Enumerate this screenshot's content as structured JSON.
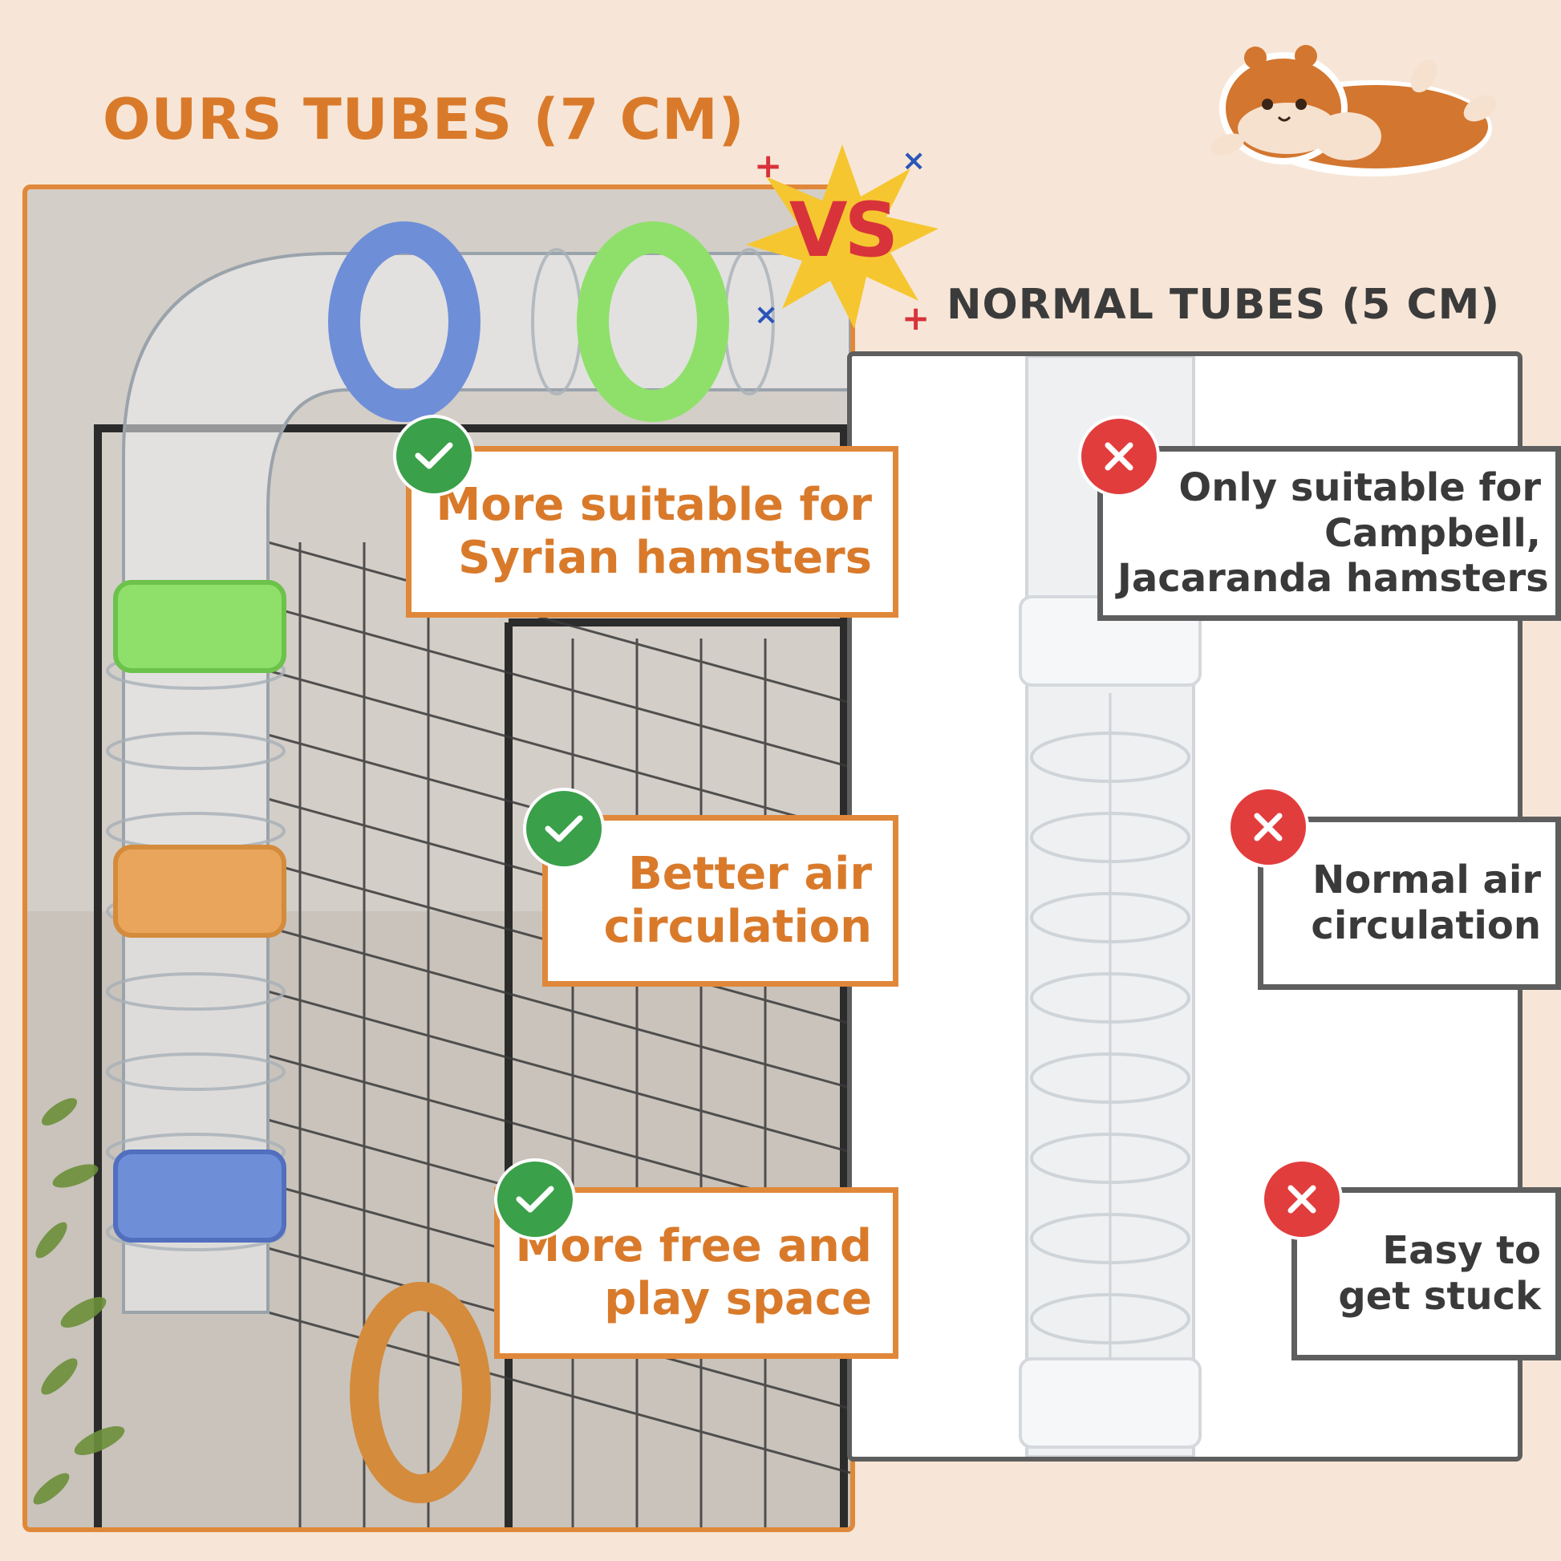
{
  "headings": {
    "ours": "OURS TUBES (7 CM)",
    "normal": "NORMAL TUBES (5 CM)",
    "vs": "VS"
  },
  "ours_features": [
    {
      "line1": "More suitable for",
      "line2": "Syrian hamsters"
    },
    {
      "line1": "Better air",
      "line2": "circulation"
    },
    {
      "line1": "More free and",
      "line2": "play space"
    }
  ],
  "normal_features": [
    {
      "line1": "Only suitable for",
      "line2": "Campbell,",
      "line3": "Jacaranda hamsters"
    },
    {
      "line1": "Normal air",
      "line2": "circulation"
    },
    {
      "line1": "Easy to",
      "line2": "get stuck"
    }
  ],
  "icons": {
    "pro": "check-icon",
    "con": "cross-icon",
    "mascot": "hamster-icon",
    "burst": "starburst-icon"
  },
  "colors": {
    "accent_orange": "#e0883a",
    "check_green": "#3aa04a",
    "cross_red": "#e23d3d",
    "vs_red": "#d8333a",
    "burst_yellow": "#f6c631",
    "ring_blue": "#6f8ed8",
    "ring_green": "#8fe06a",
    "ring_orange": "#eaa55c"
  }
}
